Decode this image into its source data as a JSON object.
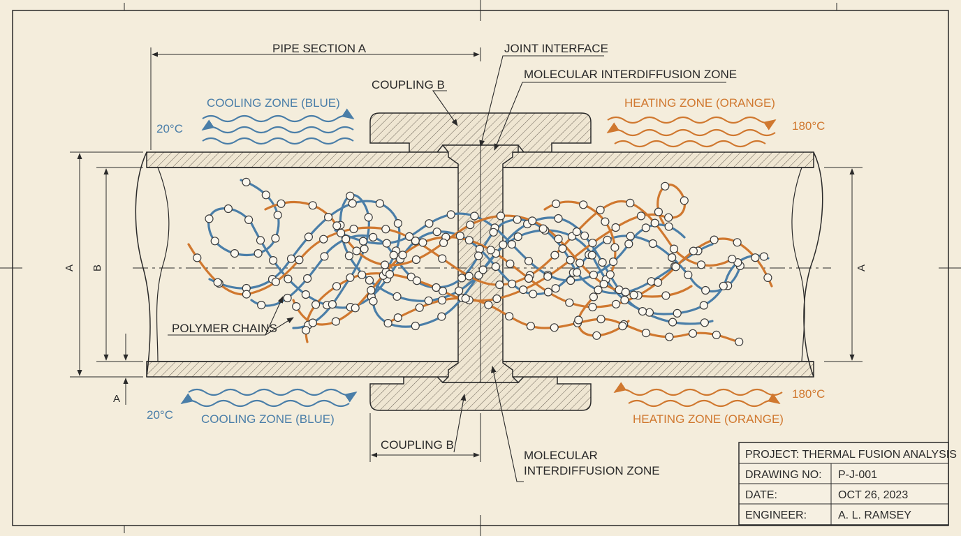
{
  "labels": {
    "pipe_section": "PIPE SECTION A",
    "joint_interface": "JOINT INTERFACE",
    "interdiffusion_top": "MOLECULAR INTERDIFFUSION ZONE",
    "interdiffusion_bottom_line1": "MOLECULAR",
    "interdiffusion_bottom_line2": "INTERDIFFUSION ZONE",
    "coupling_top": "COUPLING B",
    "coupling_bottom": "COUPLING B",
    "cooling_top": "COOLING ZONE (BLUE)",
    "cooling_bottom": "COOLING ZONE (BLUE)",
    "heating_top": "HEATING ZONE (ORANGE)",
    "heating_bottom": "HEATING ZONE (ORANGE)",
    "temp_cold_top": "20°C",
    "temp_cold_bottom": "20°C",
    "temp_hot_top": "180°C",
    "temp_hot_bottom": "180°C",
    "polymer_chains": "POLYMER CHAINS",
    "dim_a_left": "A",
    "dim_b_left": "B",
    "dim_a_right": "A",
    "dim_a_bottom": "A"
  },
  "title_block": {
    "project": "PROJECT: THERMAL FUSION ANALYSIS",
    "drawing_no_label": "DRAWING NO:",
    "drawing_no_value": "P-J-001",
    "date_label": "DATE:",
    "date_value": "OCT 26, 2023",
    "engineer_label": "ENGINEER:",
    "engineer_value": "A. L. RAMSEY"
  },
  "colors": {
    "paper": "#f4eddc",
    "ink": "#2a2a2a",
    "cooling_blue": "#4a7ea8",
    "heating_orange": "#d0782f",
    "bead": "#fbf7ee"
  }
}
